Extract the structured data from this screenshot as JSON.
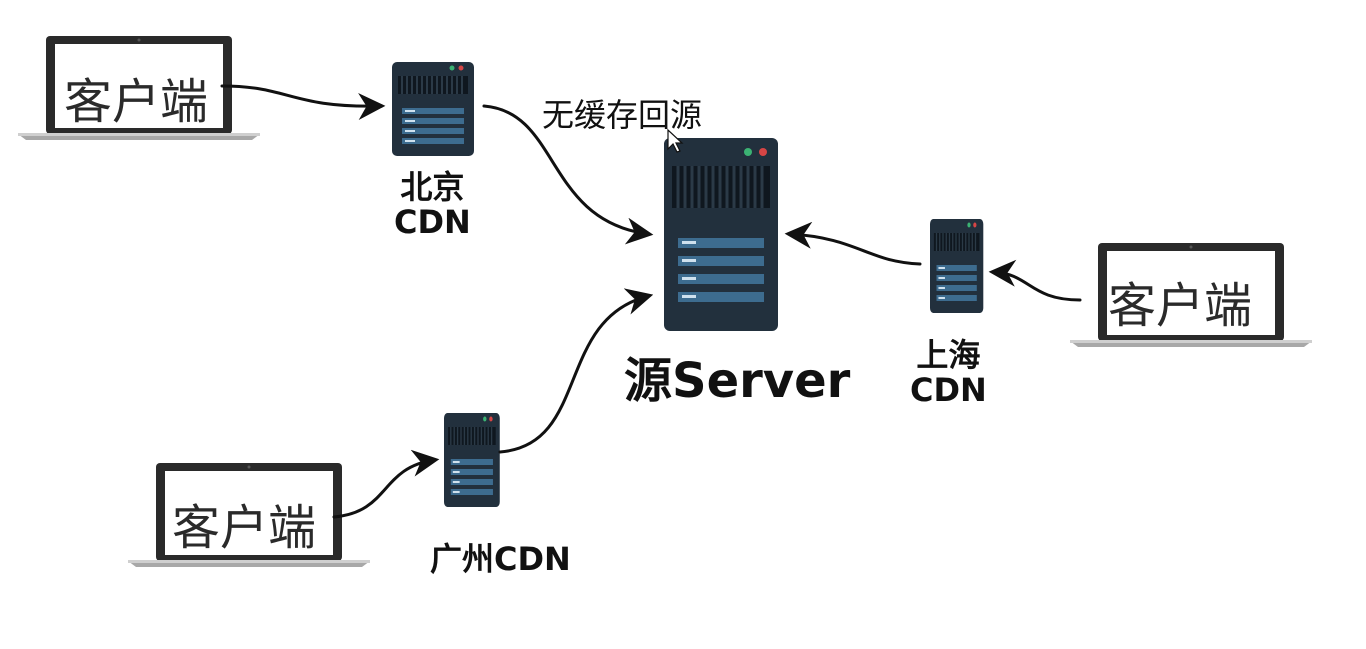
{
  "clients": {
    "top_left": "客户端",
    "right": "客户端",
    "bottom_left": "客户端"
  },
  "cdn_nodes": {
    "beijing": {
      "line1": "北京",
      "line2": "CDN"
    },
    "shanghai": {
      "line1": "上海",
      "line2": "CDN"
    },
    "guangzhou": {
      "label": "广州CDN"
    }
  },
  "origin": {
    "label": "源Server"
  },
  "annotation": {
    "no_cache_back_to_origin": "无缓存回源"
  },
  "icons": {
    "laptop": "laptop-icon",
    "server": "server-icon",
    "cursor": "mouse-cursor-icon",
    "arrow": "arrow-head-icon"
  },
  "colors": {
    "server_body": "#22303d",
    "server_panel": "#3d6c8f",
    "laptop_frame": "#2a2a2a",
    "led_green": "#3bb273",
    "led_red": "#d64545",
    "arrow": "#111111"
  }
}
